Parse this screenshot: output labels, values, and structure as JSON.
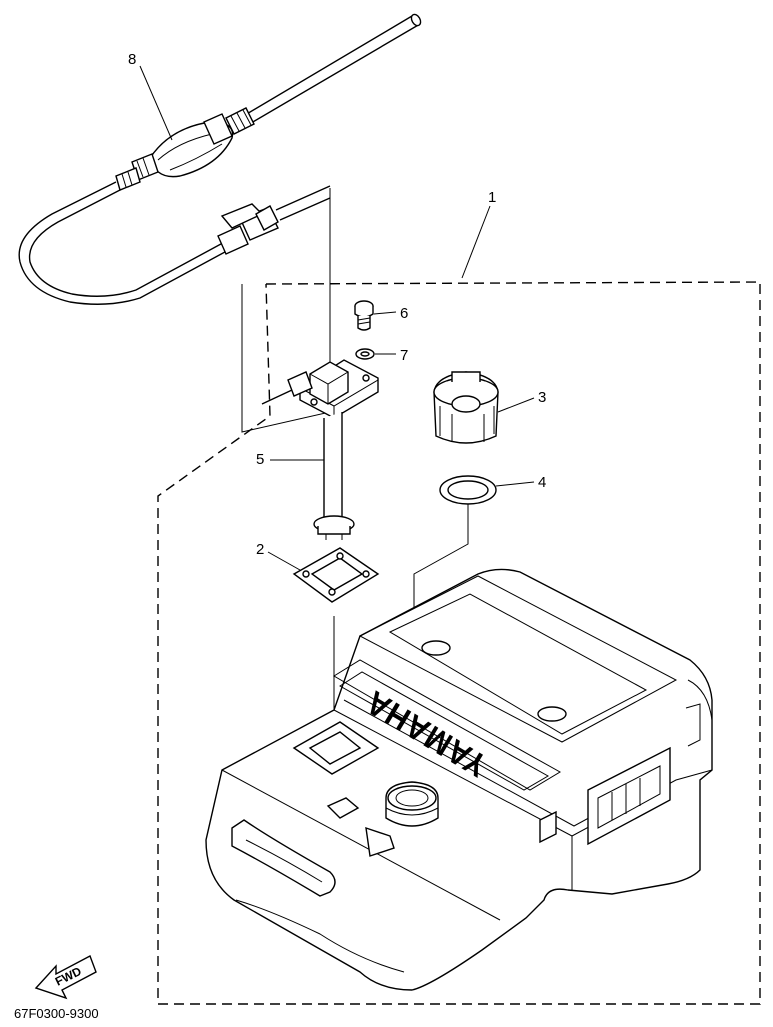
{
  "diagram": {
    "callouts": [
      {
        "id": "1",
        "label": "1"
      },
      {
        "id": "2",
        "label": "2"
      },
      {
        "id": "3",
        "label": "3"
      },
      {
        "id": "4",
        "label": "4"
      },
      {
        "id": "5",
        "label": "5"
      },
      {
        "id": "6",
        "label": "6"
      },
      {
        "id": "7",
        "label": "7"
      },
      {
        "id": "8",
        "label": "8"
      }
    ],
    "tank_brand": "YAMAHA",
    "direction_label": "FWD",
    "drawing_code": "67F0300-9300"
  }
}
